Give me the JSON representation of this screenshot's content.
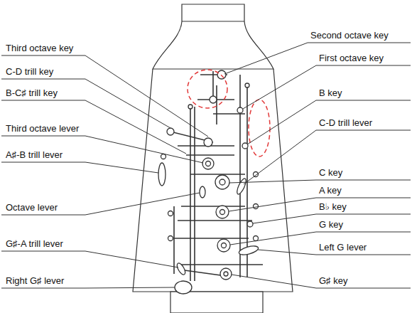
{
  "diagram": {
    "labels": [
      "Third octave key",
      "C-D trill key",
      "B-C♯ trill key",
      "Third octave lever",
      "A♯-B trill lever",
      "Octave lever",
      "G♯-A trill lever",
      "Right G♯ lever",
      "Second octave key",
      "First octave key",
      "B key",
      "C-D trill lever",
      "C key",
      "A key",
      "B♭ key",
      "G key",
      "Left G lever",
      "G♯ key"
    ]
  }
}
